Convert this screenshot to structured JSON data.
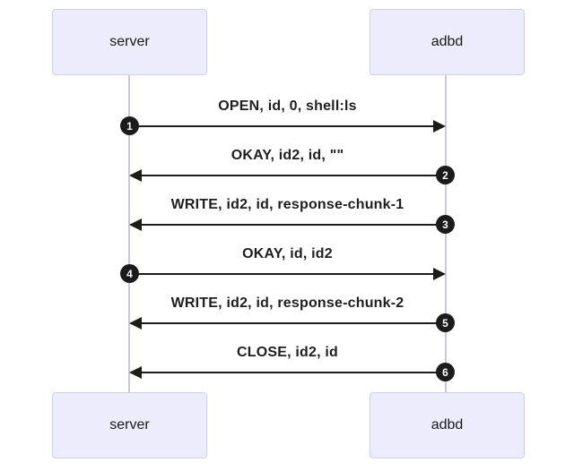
{
  "diagram": {
    "type": "sequence-diagram",
    "actors": [
      {
        "id": "server",
        "label": "server"
      },
      {
        "id": "adbd",
        "label": "adbd"
      }
    ],
    "messages": [
      {
        "num": "1",
        "label": "OPEN, id, 0, shell:ls",
        "from": "server",
        "to": "adbd"
      },
      {
        "num": "2",
        "label": "OKAY, id2, id, \"\"",
        "from": "adbd",
        "to": "server"
      },
      {
        "num": "3",
        "label": "WRITE, id2, id, response-chunk-1",
        "from": "adbd",
        "to": "server"
      },
      {
        "num": "4",
        "label": "OKAY, id, id2",
        "from": "server",
        "to": "adbd"
      },
      {
        "num": "5",
        "label": "WRITE, id2, id, response-chunk-2",
        "from": "adbd",
        "to": "server"
      },
      {
        "num": "6",
        "label": "CLOSE, id2, id",
        "from": "adbd",
        "to": "server"
      }
    ],
    "colors": {
      "background": "#FFFFFF",
      "actor_fill": "#ECECFC",
      "actor_border": "#CFCFE8",
      "lifeline": "#C9C9DE",
      "arrow": "#1C1C1C",
      "number_bg": "#1B1B1B",
      "number_text": "#FFFFFF"
    }
  }
}
